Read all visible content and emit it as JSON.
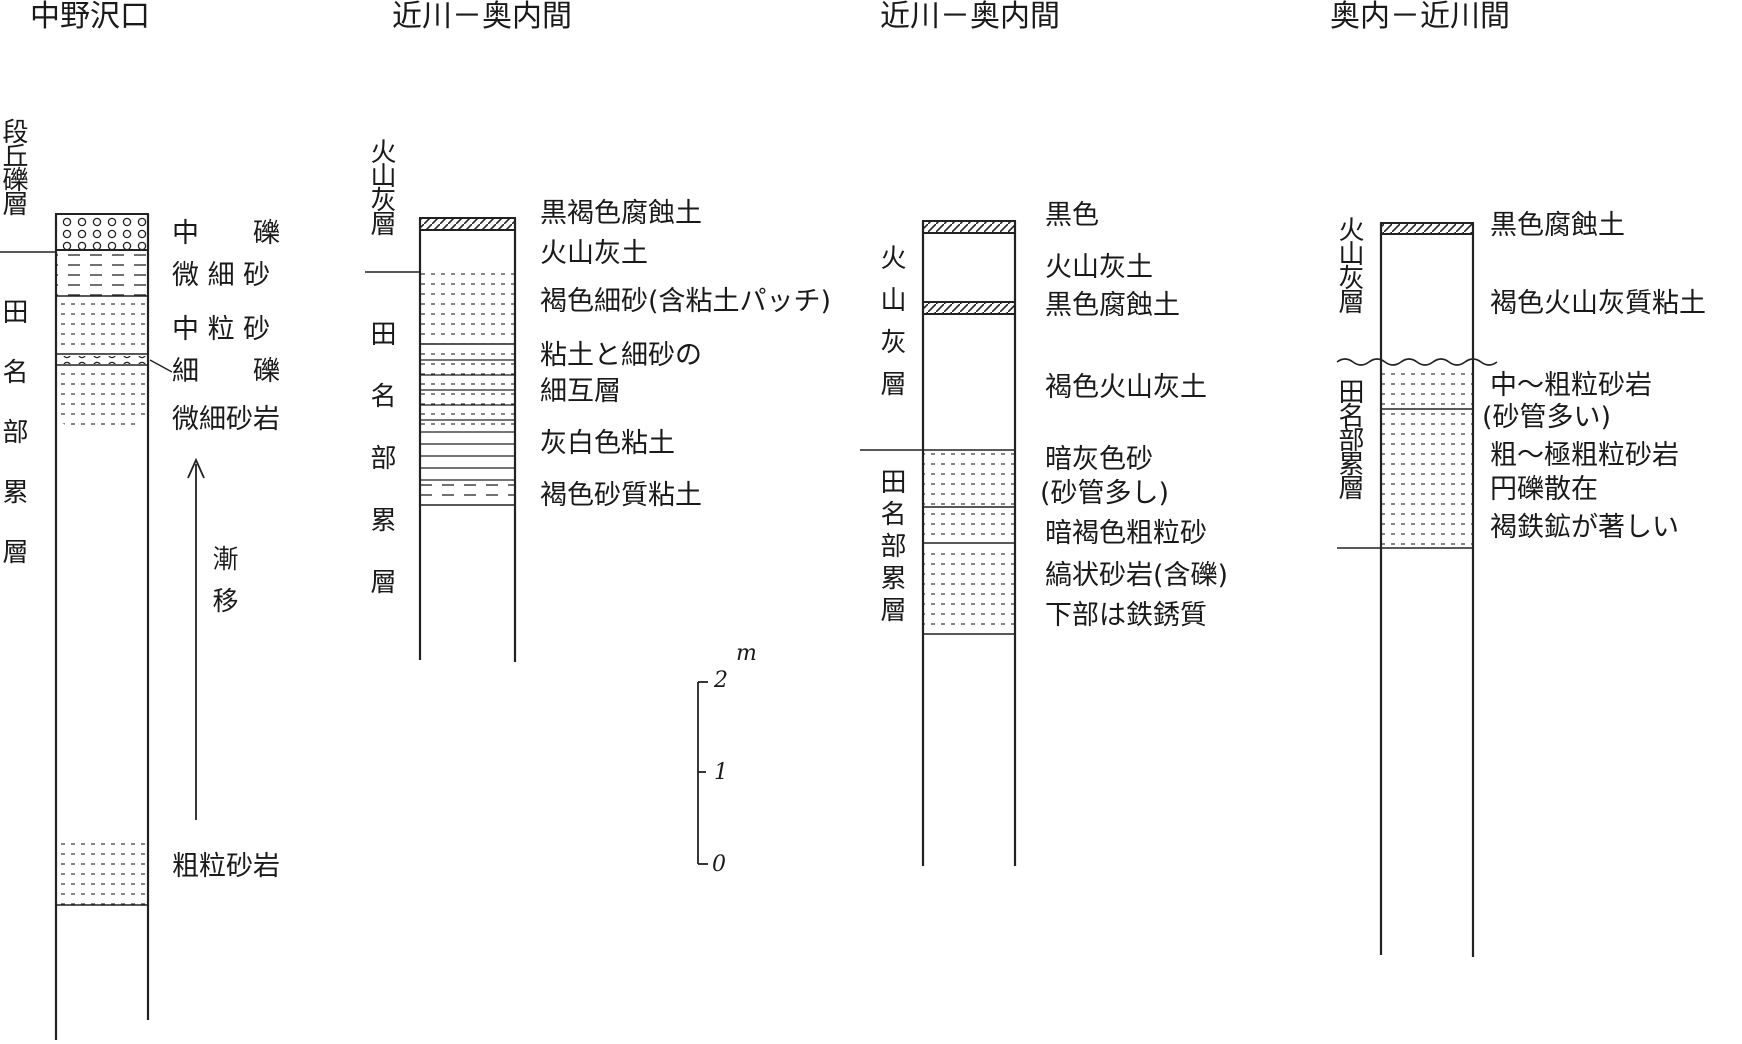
{
  "columns": [
    {
      "title": "中野沢口",
      "units": [
        "段丘礫層",
        "田名部累層"
      ],
      "descriptions": [
        "中　　礫",
        "微 細 砂",
        "中 粒 砂",
        "細　　礫",
        "微細砂岩",
        "粗粒砂岩"
      ],
      "annotation": "漸移"
    },
    {
      "title": "近川－奥内間",
      "units": [
        "火山灰層",
        "田名部累層"
      ],
      "descriptions": [
        "黒褐色腐蝕土",
        "火山灰土",
        "褐色細砂(含粘土パッチ)",
        "粘土と細砂の",
        "細互層",
        "灰白色粘土",
        "褐色砂質粘土"
      ]
    },
    {
      "title": "近川－奥内間",
      "units": [
        "火山灰層",
        "田名部累層"
      ],
      "descriptions": [
        "黒色",
        "火山灰土",
        "黒色腐蝕土",
        "褐色火山灰土",
        "暗灰色砂",
        "(砂管多し)",
        "暗褐色粗粒砂",
        "縞状砂岩(含礫)",
        "下部は鉄銹質"
      ]
    },
    {
      "title": "奥内－近川間",
      "units": [
        "火山灰層",
        "田名部累層"
      ],
      "descriptions": [
        "黒色腐蝕土",
        "褐色火山灰質粘土",
        "中～粗粒砂岩",
        "(砂管多い)",
        "粗～極粗粒砂岩",
        "円礫散在",
        "褐鉄鉱が著しい"
      ]
    }
  ],
  "scale_bar": {
    "unit": "m",
    "ticks": [
      "2",
      "1",
      "0"
    ]
  }
}
